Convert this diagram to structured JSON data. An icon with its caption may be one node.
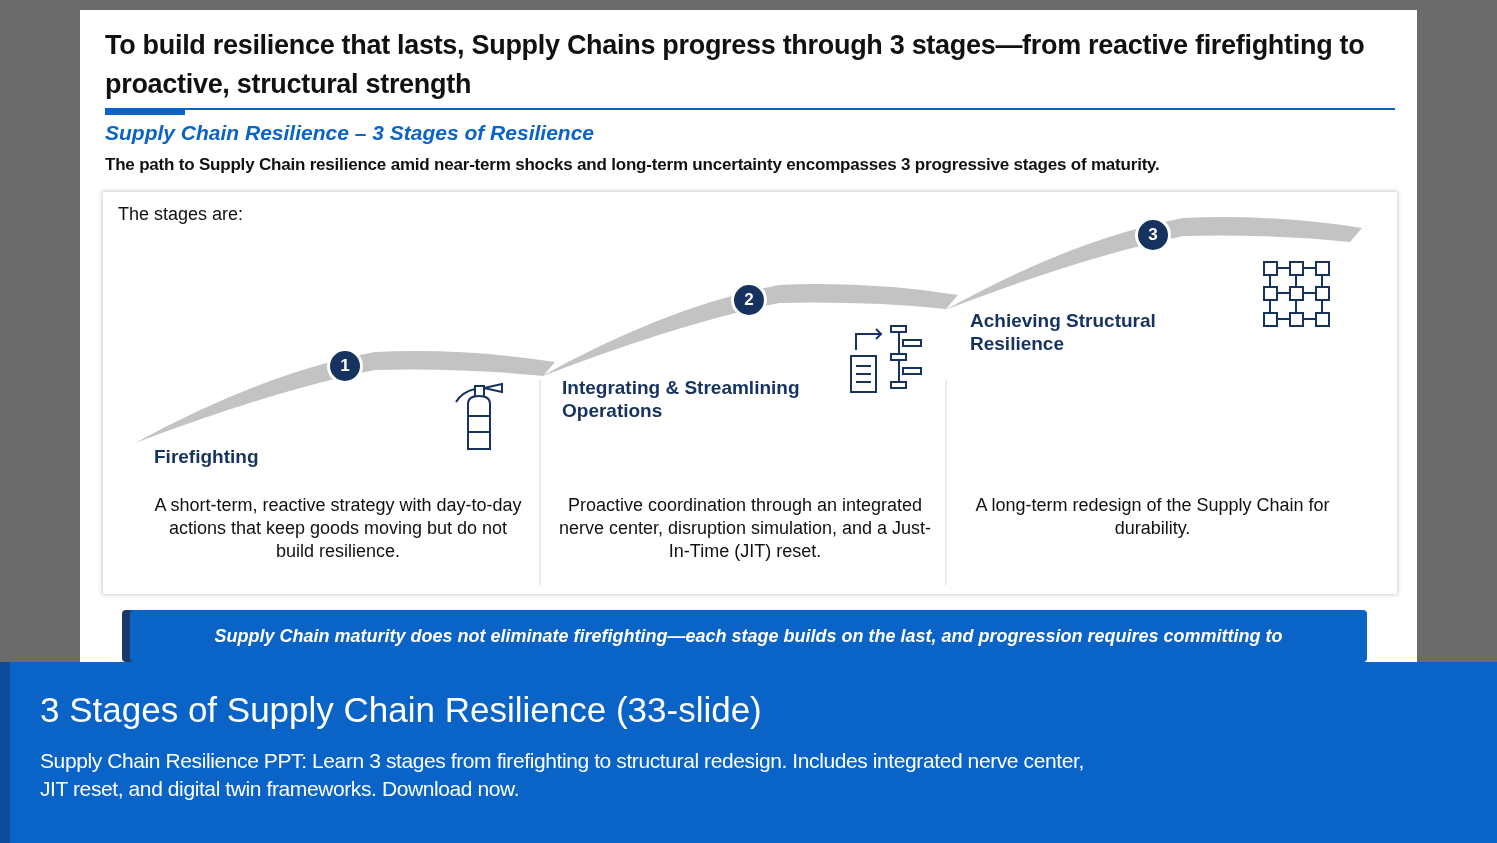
{
  "diagram": {
    "title": "To build resilience that lasts, Supply Chains progress through 3 stages—from reactive firefighting to proactive, structural strength",
    "nodes": [
      {
        "text": [
          "The stages are:"
        ]
      },
      {
        "text": [
          "1"
        ],
        "in": 0
      },
      {
        "text": [
          "2"
        ],
        "in": 0
      },
      {
        "text": [
          "3"
        ],
        "in": 0
      },
      {
        "text": [
          "Supply Chain maturity does not eliminate firefighting—each stage builds on the last, and progression requires committing to"
        ]
      },
      {
        "text": [
          "**3 Stages of Supply Chain Resilience** (33-slide)",
          "Supply Chain Resilience PPT: Learn 3 stages from firefighting to structural redesign. Includes integrated nerve center, JIT reset, and digital twin frameworks. Download now."
        ]
      }
    ],
    "edges": [],
    "labels": [
      "Supply Chain Resilience – 3 Stages of Resilience",
      "The path to Supply Chain resilience amid near-term shocks and long-term uncertainty encompasses 3 progressive stages of maturity.",
      "Firefighting",
      "A short-term, reactive strategy with day-to-day actions that keep goods moving but do not build resilience.",
      "Integrating & Streamlining Operations",
      "Proactive coordination through an integrated nerve center, disruption simulation, and a Just-In-Time (JIT) reset.",
      "Achieving Structural Resilience",
      "A long-term redesign of the Supply Chain for durability."
    ]
  }
}
